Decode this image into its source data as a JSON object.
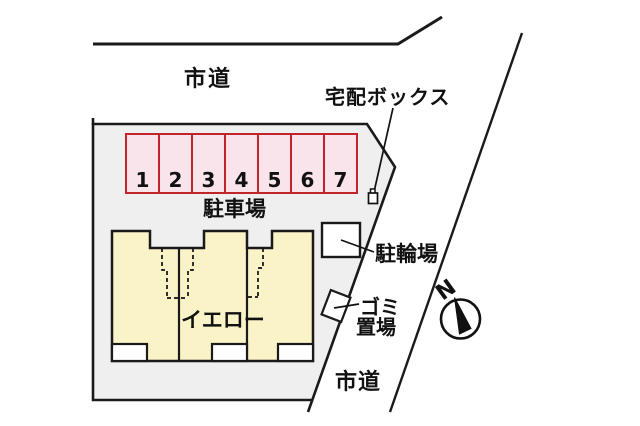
{
  "colors": {
    "outline": "#1a1a1a",
    "plot_fill": "#efefef",
    "stall_fill": "#f9e4ec",
    "stall_border": "#c2242b",
    "building_fill": "#faf3c8"
  },
  "roads": {
    "top_label": "市道",
    "bottom_label": "市道"
  },
  "parking": {
    "area_label": "駐車場",
    "stalls": [
      "1",
      "2",
      "3",
      "4",
      "5",
      "6",
      "7"
    ]
  },
  "building": {
    "name_label": "イエロー"
  },
  "facilities": {
    "delivery_box_label": "宅配ボックス",
    "bicycle_parking_label": "駐輪場",
    "garbage_line1": "ゴミ",
    "garbage_line2": "置場"
  },
  "compass": {
    "north_label": "N"
  }
}
